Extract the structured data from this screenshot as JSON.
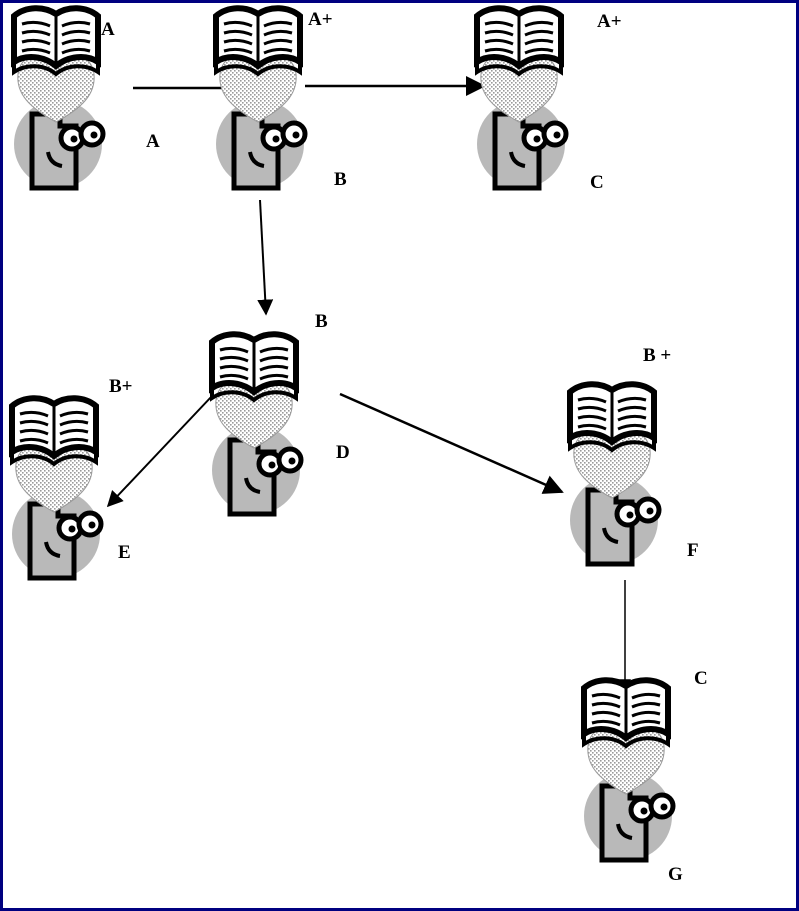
{
  "nodes": [
    {
      "id": "n1",
      "book_grade": "A",
      "person": "A"
    },
    {
      "id": "n2",
      "book_grade": "A+",
      "person": "B"
    },
    {
      "id": "n3",
      "book_grade": "A+",
      "person": "C"
    },
    {
      "id": "n4",
      "book_grade": "B",
      "person": "D"
    },
    {
      "id": "n5",
      "book_grade": "B+",
      "person": "E"
    },
    {
      "id": "n6",
      "book_grade": "B +",
      "person": "F"
    },
    {
      "id": "n7",
      "book_grade": "C",
      "person": "G"
    }
  ],
  "edges": [
    {
      "from": "n1",
      "to": "n2"
    },
    {
      "from": "n2",
      "to": "n3"
    },
    {
      "from": "n2",
      "to": "n4"
    },
    {
      "from": "n4",
      "to": "n5"
    },
    {
      "from": "n4",
      "to": "n6"
    },
    {
      "from": "n6",
      "to": "n7"
    }
  ],
  "icons": {
    "node_icon": "student-reading-book-icon"
  },
  "colors": {
    "frame": "#000080",
    "face": "#b9b9b9",
    "book_stipple": "#dcdcdc"
  }
}
